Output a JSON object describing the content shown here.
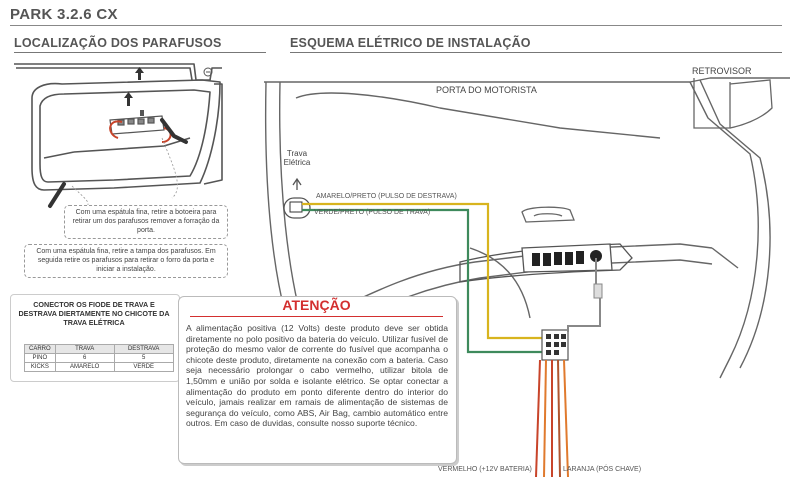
{
  "header": {
    "title": "PARK 3.2.6 CX"
  },
  "sections": {
    "left_title": "LOCALIZAÇÃO DOS PARAFUSOS",
    "right_title": "ESQUEMA ELÉTRICO DE INSTALAÇÃO"
  },
  "left_notes": {
    "note1": "Com uma espátula fina, retire a botoeira para retirar um dos parafusos remover a forração da porta.",
    "note2": "Com uma espátula fina, retire a tampa dos parafusos. Em seguida retire os parafusos para retirar o forro da porta e iniciar a instalação."
  },
  "connector": {
    "title": "CONECTOR OS FIODE DE TRAVA E DESTRAVA DIERTAMENTE NO CHICOTE DA TRAVA ELÉTRICA",
    "headers": [
      "CARRO",
      "TRAVA",
      "DESTRAVA"
    ],
    "rows": [
      [
        "PINO",
        "6",
        "5"
      ],
      [
        "KICKS",
        "AMARELO",
        "VERDE"
      ]
    ]
  },
  "attention": {
    "title": "ATENÇÃO",
    "text": "A alimentação positiva (12 Volts) deste produto deve ser obtida diretamente no polo positivo da bateria do veículo. Utilizar fusível de proteção do mesmo valor de corrente do fusível que acompanha o chicote deste produto, diretamente na conexão com a bateria. Caso seja necessário prolongar o cabo vermelho, utilizar bitola de 1,50mm e união por solda e isolante elétrico. Se optar conectar a alimentação do produto em ponto diferente dentro do interior do veículo, jamais realizar em ramais de alimentação de sistemas de segurança do veículo, como ABS, Air Bag, cambio automático entre outros. Em caso de duvidas, consulte nosso suporte técnico."
  },
  "diagram": {
    "porta_label": "PORTA DO MOTORISTA",
    "retrovisor_label": "RETROVISOR",
    "trava_label_line1": "Trava",
    "trava_label_line2": "Elétrica",
    "wire_yellow_label": "AMARELO/PRETO (PULSO DE DESTRAVA)",
    "wire_green_label": "VERDE/PRETO (PULSO DE TRAVA)",
    "wire_red_label": "VERMELHO (+12V BATERIA)",
    "wire_orange_label": "LARANJA (PÓS CHAVE)"
  },
  "colors": {
    "wire_yellow": "#d8b41e",
    "wire_green": "#3e8a5c",
    "wire_red": "#c8442a",
    "wire_orange": "#e07a2e",
    "attention_red": "#d32f2f"
  }
}
